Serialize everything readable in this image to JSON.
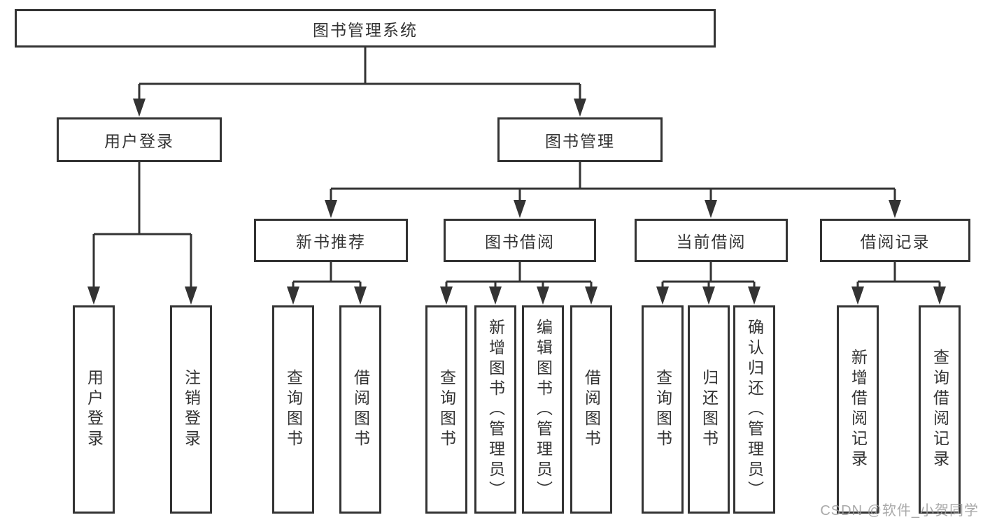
{
  "diagram": {
    "root": {
      "label": "图书管理系统"
    },
    "level2": {
      "user_login": {
        "label": "用户登录"
      },
      "book_management": {
        "label": "图书管理"
      }
    },
    "level3": {
      "new_book_recommend": {
        "label": "新书推荐"
      },
      "book_borrow": {
        "label": "图书借阅"
      },
      "current_borrow": {
        "label": "当前借阅"
      },
      "borrow_records": {
        "label": "借阅记录"
      }
    },
    "leaves": {
      "user_login": [
        "用户登录",
        "注销登录"
      ],
      "new_book_recommend": [
        "查询图书",
        "借阅图书"
      ],
      "book_borrow": [
        "查询图书",
        "新增图书（管理员）",
        "编辑图书（管理员）",
        "借阅图书"
      ],
      "current_borrow": [
        "查询图书",
        "归还图书",
        "确认归还（管理员）"
      ],
      "borrow_records": [
        "新增借阅记录",
        "查询借阅记录"
      ]
    }
  },
  "watermark": "CSDN @软件_小贺同学",
  "colors": {
    "line": "#333333",
    "box_border": "#333333",
    "text": "#333333",
    "watermark": "#9b9b9b",
    "background": "#ffffff"
  }
}
